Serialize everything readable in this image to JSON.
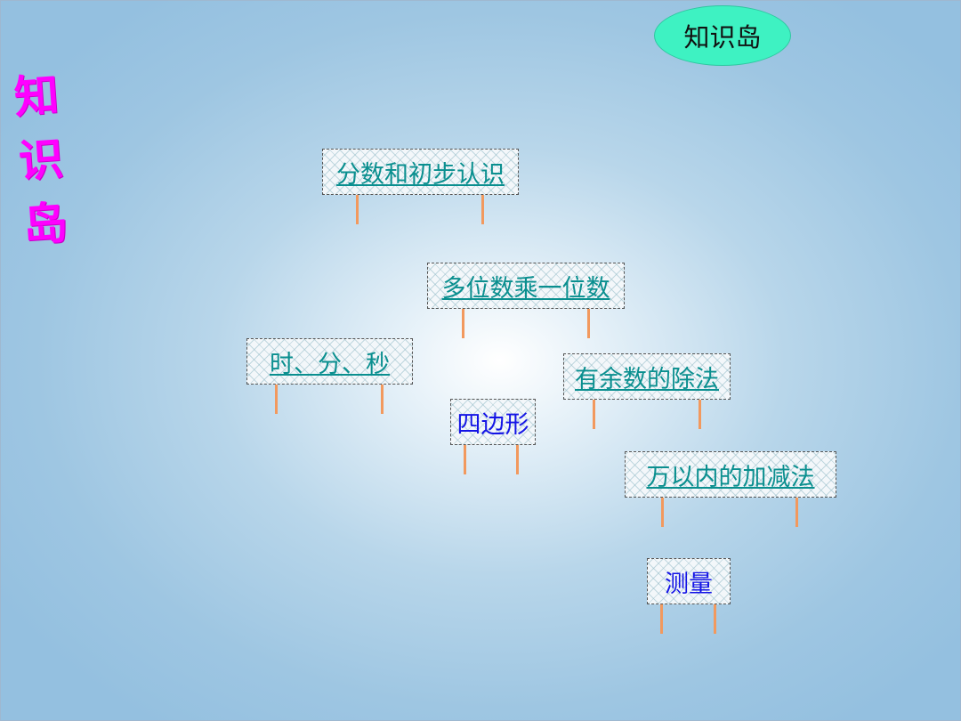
{
  "header": {
    "badge_label": "知识岛"
  },
  "side_title": {
    "chars": [
      "知",
      "识",
      "岛"
    ]
  },
  "signs": [
    {
      "label": "分数和初步认识",
      "style": "link"
    },
    {
      "label": "多位数乘一位数",
      "style": "link"
    },
    {
      "label": "时、分、秒",
      "style": "link"
    },
    {
      "label": "有余数的除法",
      "style": "link"
    },
    {
      "label": "四边形",
      "style": "plain"
    },
    {
      "label": "万以内的加减法",
      "style": "link"
    },
    {
      "label": "测量",
      "style": "plain"
    }
  ],
  "colors": {
    "badge_fill": "#3ef2c2",
    "side_title": "#ff00ff",
    "link_text": "#0a8f8f",
    "plain_text": "#1414e6",
    "post": "#f2995e"
  }
}
